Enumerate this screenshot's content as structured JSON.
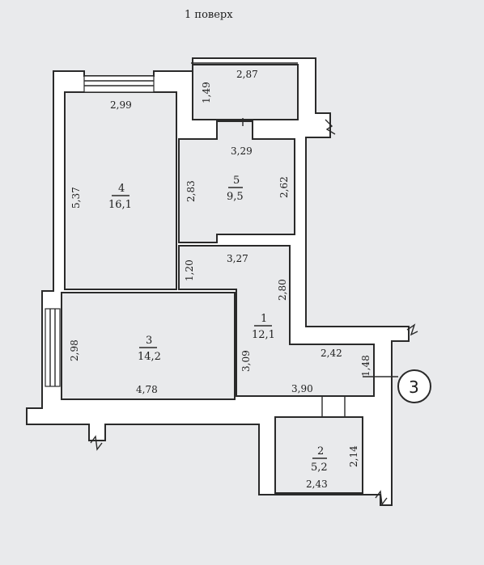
{
  "title": "1 поверх",
  "rooms": [
    {
      "num": "1",
      "area": "12,1"
    },
    {
      "num": "2",
      "area": "5,2"
    },
    {
      "num": "3",
      "area": "14,2"
    },
    {
      "num": "4",
      "area": "16,1"
    },
    {
      "num": "5",
      "area": "9,5"
    }
  ],
  "dims": {
    "balcony_w": "2,87",
    "balcony_h": "1,49",
    "r4_w": "2,99",
    "r4_h": "5,37",
    "r5_w": "3,29",
    "r5_left": "2,83",
    "r5_right": "2,62",
    "hall_w": "3,27",
    "hall_left": "1,20",
    "hall_right": "2,80",
    "r3_h": "2,98",
    "r3_w": "4,78",
    "r1_left": "3,09",
    "r1_top": "2,42",
    "r1_right": "1,48",
    "r1_bottom": "3,90",
    "r2_h": "2,14",
    "r2_w": "2,43"
  },
  "marker": "3"
}
